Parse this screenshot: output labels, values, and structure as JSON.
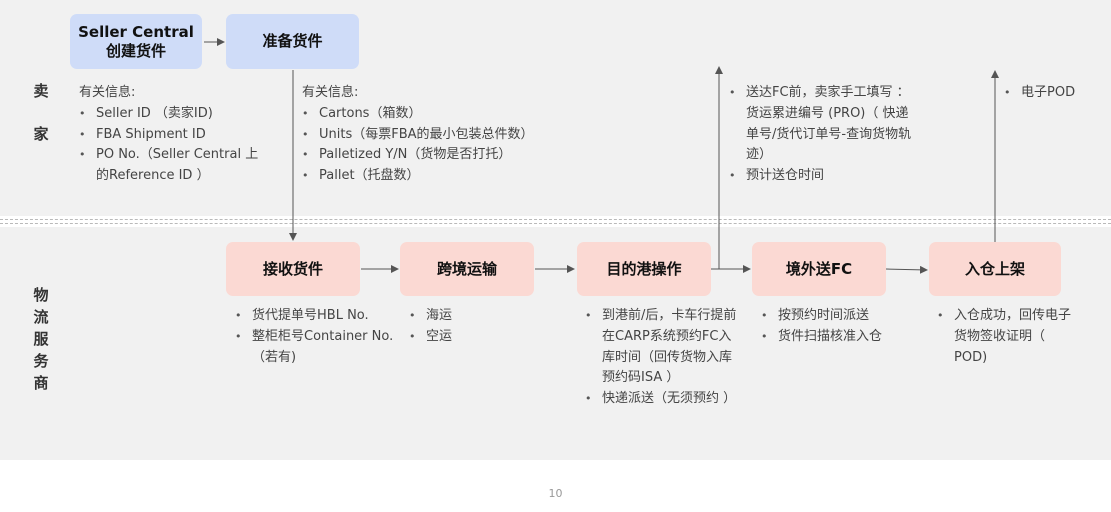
{
  "lanes": {
    "seller": "卖家",
    "provider": "物流服务商"
  },
  "seller_nodes": {
    "seller_central_line1": "Seller Central",
    "seller_central_line2": "创建货件",
    "prepare": "准备货件"
  },
  "provider_nodes": {
    "receive": "接收货件",
    "cross_border": "跨境运输",
    "port": "目的港操作",
    "fc_delivery": "境外送FC",
    "shelving": "入仓上架"
  },
  "seller_central_info": {
    "head": "有关信息:",
    "items": [
      "Seller ID （卖家ID)",
      "FBA Shipment ID",
      "PO No.（Seller Central 上的Reference ID ）"
    ]
  },
  "prepare_info": {
    "head": "有关信息:",
    "items": [
      "Cartons（箱数）",
      "Units（每票FBA的最小包装总件数）",
      "Palletized Y/N（货物是否打托）",
      "Pallet（托盘数）"
    ]
  },
  "fc_seller_info": {
    "items": [
      "送达FC前，卖家手工填写 ：货运累进编号 (PRO)（ 快递单号/货代订单号-查询货物轨迹）",
      "预计送仓时间"
    ]
  },
  "pod_info": {
    "items": [
      "电子POD"
    ]
  },
  "receive_info": {
    "items": [
      "货代提单号HBL No.",
      "整柜柜号Container No.（若有)"
    ]
  },
  "cross_border_info": {
    "items": [
      "海运",
      "空运"
    ]
  },
  "port_info": {
    "items": [
      "到港前/后，卡车行提前在CARP系统预约FC入库时间（回传货物入库预约码ISA ）",
      "快递派送（无须预约 ）"
    ]
  },
  "fc_delivery_info": {
    "items": [
      "按预约时间派送",
      "货件扫描核准入仓"
    ]
  },
  "shelving_info": {
    "items": [
      "入仓成功，回传电子货物签收证明（ POD)"
    ]
  },
  "page_number": "10"
}
